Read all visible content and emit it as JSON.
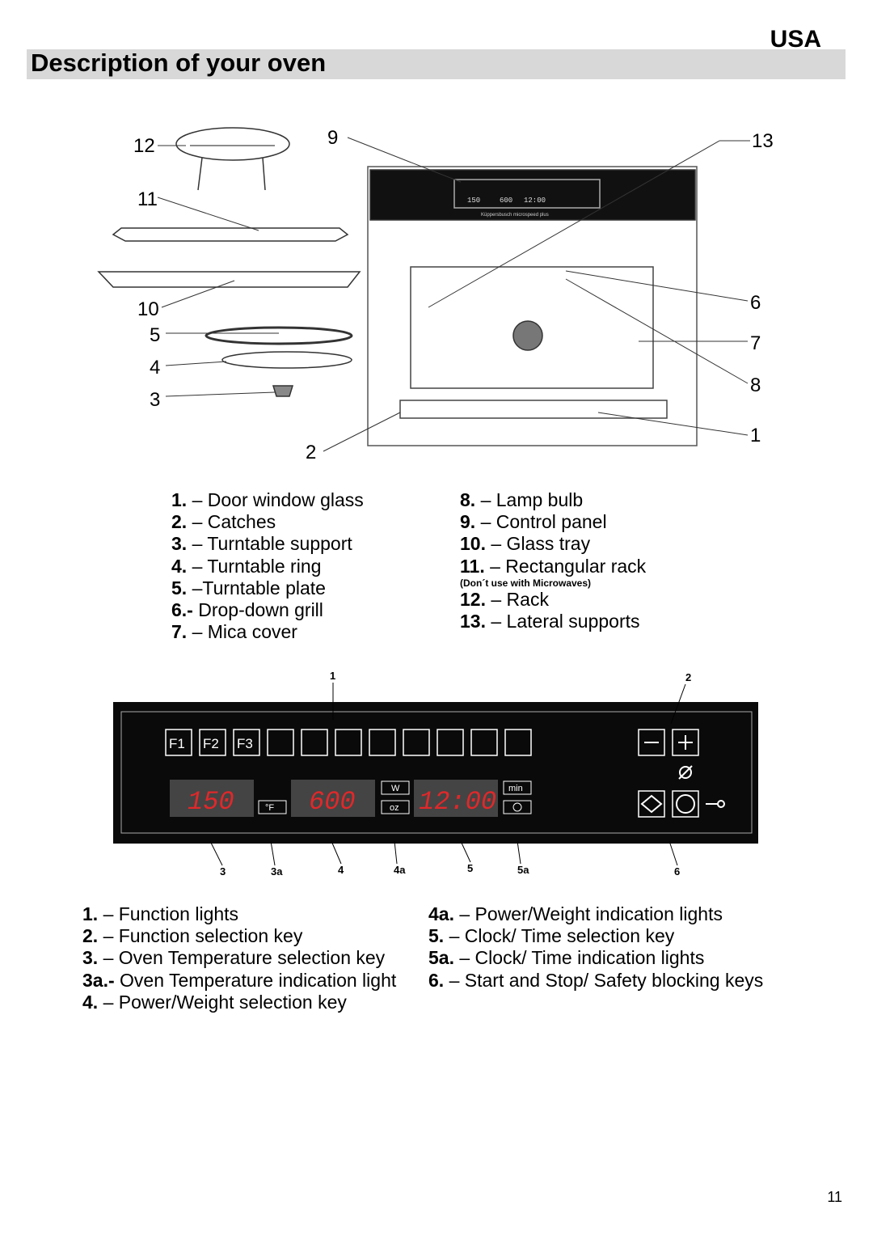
{
  "header": {
    "region": "USA",
    "title": "Description of your oven"
  },
  "oven_diagram": {
    "callouts": [
      "12",
      "11",
      "10",
      "5",
      "4",
      "3",
      "2",
      "9",
      "13",
      "6",
      "7",
      "8",
      "1"
    ],
    "control_panel_display": {
      "temp": "150",
      "power": "600",
      "clock": "12:00"
    },
    "brand": "Küppersbusch microspeed plus"
  },
  "oven_legend": {
    "left": [
      {
        "num": "1.",
        "text": " – Door window glass"
      },
      {
        "num": "2.",
        "text": " – Catches"
      },
      {
        "num": "3.",
        "text": " – Turntable support"
      },
      {
        "num": "4.",
        "text": " – Turntable ring"
      },
      {
        "num": "5.",
        "text": " –Turntable plate"
      },
      {
        "num": "6.-",
        "text": " Drop-down grill"
      },
      {
        "num": "7.",
        "text": " – Mica cover"
      }
    ],
    "right": [
      {
        "num": "8.",
        "text": " – Lamp bulb"
      },
      {
        "num": "9.",
        "text": " – Control panel"
      },
      {
        "num": "10.",
        "text": " – Glass tray"
      },
      {
        "num": "11.",
        "text": " – Rectangular rack"
      },
      {
        "num": "12.",
        "text": " – Rack"
      },
      {
        "num": "13.",
        "text": " – Lateral supports"
      }
    ],
    "note": "(Don´t use with Microwaves)"
  },
  "panel_diagram": {
    "function_keys": [
      "F1",
      "F2",
      "F3"
    ],
    "temp_display": "150",
    "power_display": "600",
    "clock_display": "12:00",
    "unit_temp": "°F",
    "unit_power_w": "W",
    "unit_power_oz": "oz",
    "unit_clock": "min",
    "top_labels": [
      "1",
      "2"
    ],
    "bottom_labels": [
      "3",
      "3a",
      "4",
      "4a",
      "5",
      "5a",
      "6"
    ]
  },
  "panel_legend": {
    "left": [
      {
        "num": "1.",
        "text": " – Function lights"
      },
      {
        "num": "2.",
        "text": " – Function selection key"
      },
      {
        "num": "3.",
        "text": " – Oven Temperature selection key"
      },
      {
        "num": "3a.-",
        "text": " Oven Temperature indication light"
      },
      {
        "num": "4.",
        "text": " – Power/Weight selection key"
      }
    ],
    "right": [
      {
        "num": "4a.",
        "text": " – Power/Weight indication lights"
      },
      {
        "num": "5.",
        "text": " – Clock/ Time selection key"
      },
      {
        "num": "5a.",
        "text": " – Clock/ Time indication lights"
      },
      {
        "num": "6.",
        "text": " – Start and Stop/ Safety blocking keys"
      }
    ]
  },
  "footer": {
    "page": "11"
  }
}
